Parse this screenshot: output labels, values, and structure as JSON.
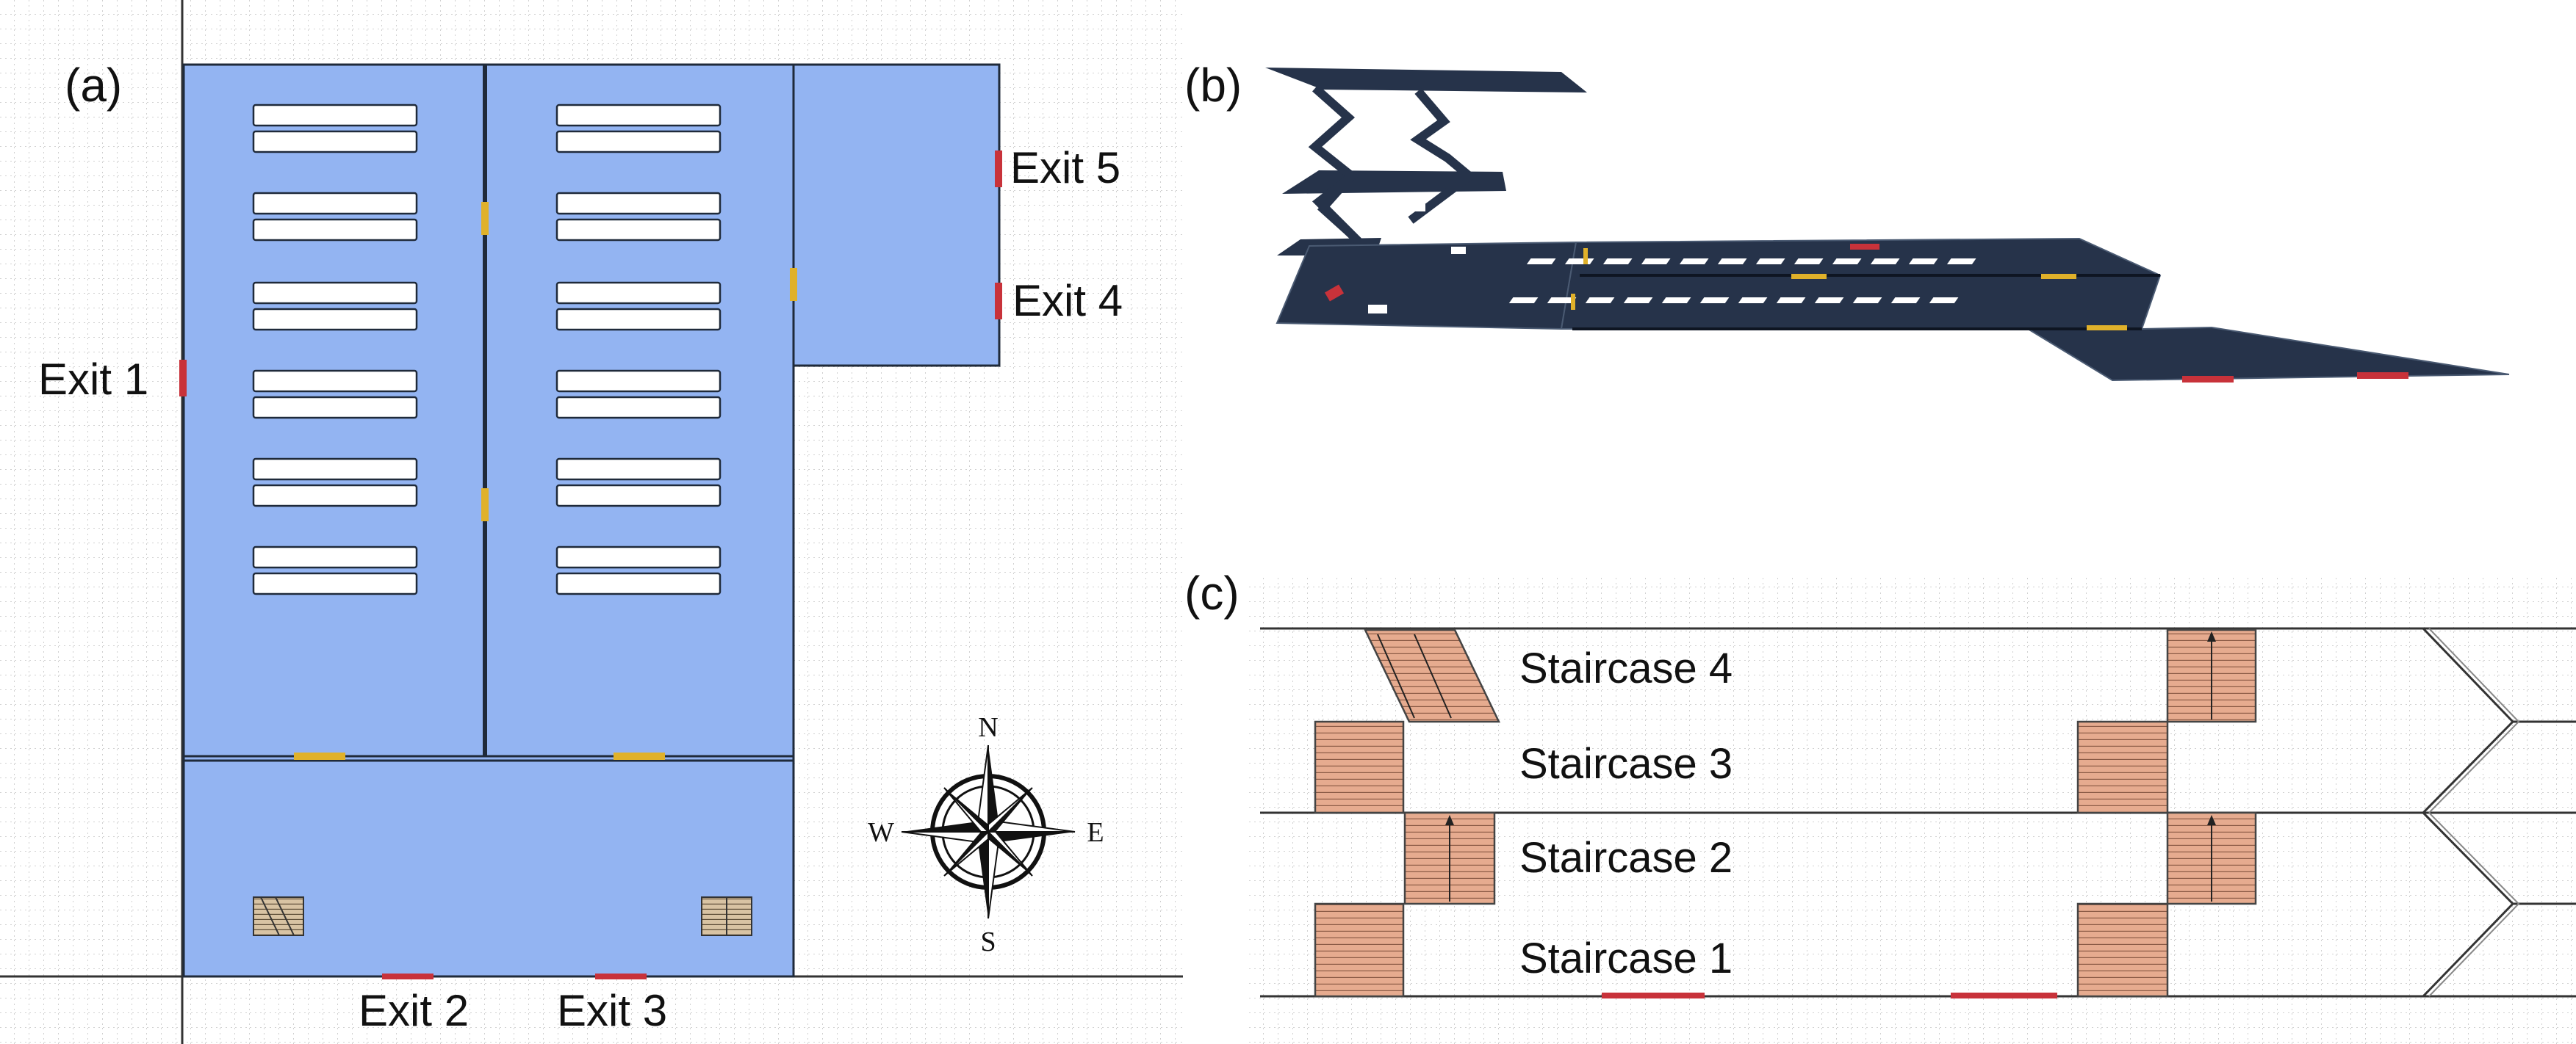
{
  "panels": {
    "a": {
      "label": "(a)"
    },
    "b": {
      "label": "(b)"
    },
    "c": {
      "label": "(c)"
    }
  },
  "exits": {
    "e1": "Exit 1",
    "e2": "Exit 2",
    "e3": "Exit 3",
    "e4": "Exit 4",
    "e5": "Exit 5"
  },
  "compass": {
    "n": "N",
    "s": "S",
    "e": "E",
    "w": "W"
  },
  "staircases": {
    "s1": "Staircase 1",
    "s2": "Staircase 2",
    "s3": "Staircase 3",
    "s4": "Staircase 4"
  },
  "colors": {
    "room_fill": "#93b4f2",
    "room_stroke": "#1f2a3a",
    "exit_red": "#c8323a",
    "door_yellow": "#e0b12a",
    "stair_fill": "#e6ab8f",
    "model_dark": "#26334a",
    "grid": "#b9b9b9"
  }
}
